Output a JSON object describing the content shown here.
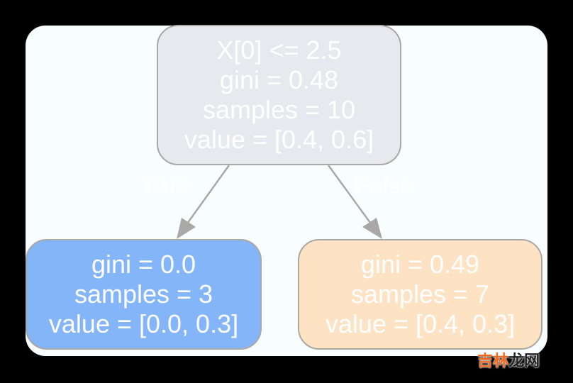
{
  "tree": {
    "root": {
      "lines": [
        "X[0] <= 2.5",
        "gini = 0.48",
        "samples = 10",
        "value = [0.4, 0.6]"
      ],
      "color": "#e8e9ee"
    },
    "left": {
      "lines": [
        "gini = 0.0",
        "samples = 3",
        "value = [0.0, 0.3]"
      ],
      "color": "#83b5f8"
    },
    "right": {
      "lines": [
        "gini = 0.49",
        "samples = 7",
        "value = [0.4, 0.3]"
      ],
      "color": "#fde2c4"
    },
    "edges": {
      "true_label": "True",
      "false_label": "False"
    }
  },
  "watermark": {
    "part1": "吉林",
    "part2": "龙网"
  }
}
